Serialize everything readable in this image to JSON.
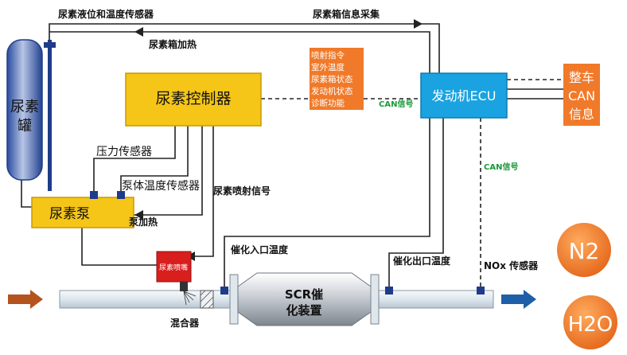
{
  "labels": {
    "tank_sensor": "尿素液位和温度传感器",
    "tank_heating": "尿素箱加热",
    "tank_info": "尿素箱信息采集",
    "tank": "尿素罐",
    "controller": "尿素控制器",
    "ecu": "发动机ECU",
    "pump": "尿素泵",
    "pressure_sensor": "压力传感器",
    "pump_temp_sensor": "泵体温度传感器",
    "pump_heating": "泵加热",
    "injection_signal": "尿素喷射信号",
    "injector": "尿素喷嘴",
    "mixer": "混合器",
    "inlet_temp": "催化入口温度",
    "outlet_temp": "催化出口温度",
    "scr_line1": "SCR催",
    "scr_line2": "化装置",
    "nox_sensor": "NOx 传感器",
    "can_signal_1": "CAN信号",
    "can_signal_2": "CAN信号",
    "signal_list": [
      "喷射指令",
      "室外温度",
      "尿素箱状态",
      "发动机状态",
      "诊断功能"
    ],
    "vehicle_can": [
      "整车",
      "CAN",
      "信息"
    ],
    "n2": "N2",
    "h2o": "H2O"
  },
  "colors": {
    "controller": "#f5c518",
    "ecu": "#1aa3e0",
    "orange": "#f07a2a",
    "can_green": "#1a9a3a",
    "tank": "#1e3c8a",
    "pipe": "#dfe7ee",
    "arrow_in": "#b5531e",
    "arrow_out": "#1e5fa8"
  }
}
